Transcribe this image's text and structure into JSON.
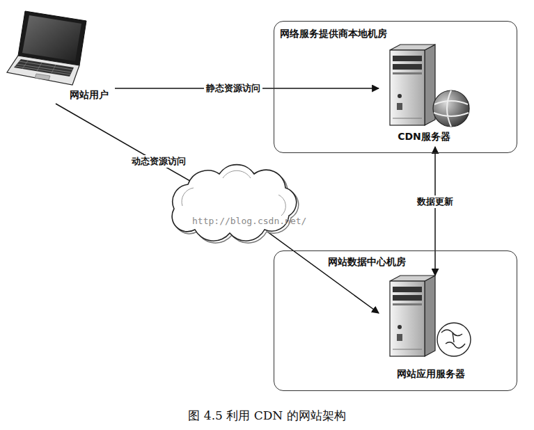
{
  "diagram": {
    "caption": "图 4.5 利用 CDN 的网站架构",
    "nodes": [
      {
        "text": [
          "网站用户"
        ]
      },
      {
        "text": [
          "网络服务提供商本地机房"
        ]
      },
      {
        "text": [
          "CDN服务器"
        ],
        "in": 1
      },
      {
        "text": [
          "网站数据中心机房"
        ]
      },
      {
        "text": [
          "网站应用服务器"
        ],
        "in": 3
      }
    ],
    "edges": [
      {
        "from": 0,
        "to": 2,
        "label": "静态资源访问",
        "arrow": "to"
      },
      {
        "from": 0,
        "to": 4,
        "label": "动态资源访问",
        "arrow": "to"
      },
      {
        "from": 2,
        "to": 4,
        "label": "数据更新",
        "arrow": "both"
      }
    ],
    "labels": [
      "http://blog.csdn.net/"
    ]
  }
}
